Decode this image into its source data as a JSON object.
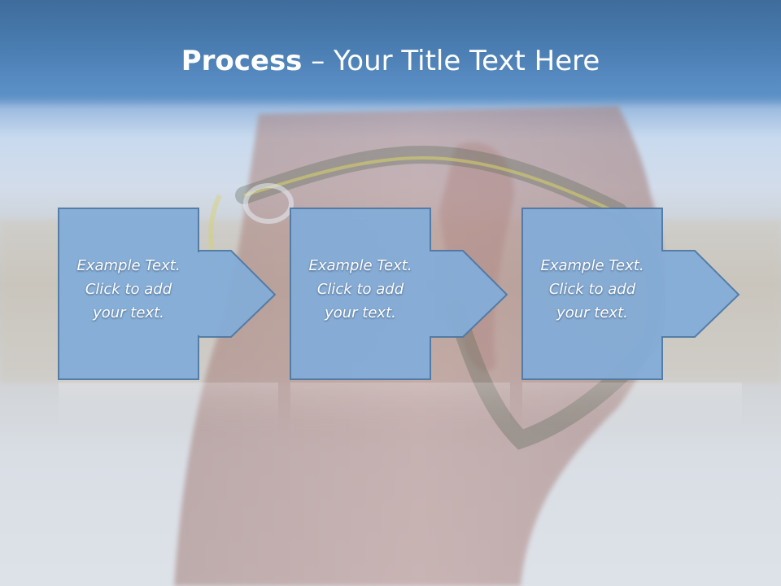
{
  "slide": {
    "title_bold": "Process",
    "title_rest": " – Your Title Text Here"
  },
  "colors": {
    "shape_fill": "#84add8",
    "shape_stroke": "#4f79a5",
    "title_text": "#ffffff"
  },
  "steps": [
    {
      "lines": [
        "Example Text.",
        "Click  to add",
        "your text."
      ]
    },
    {
      "lines": [
        "Example Text.",
        "Click  to add",
        "your text."
      ]
    },
    {
      "lines": [
        "Example Text.",
        "Click  to add",
        "your text."
      ]
    }
  ]
}
